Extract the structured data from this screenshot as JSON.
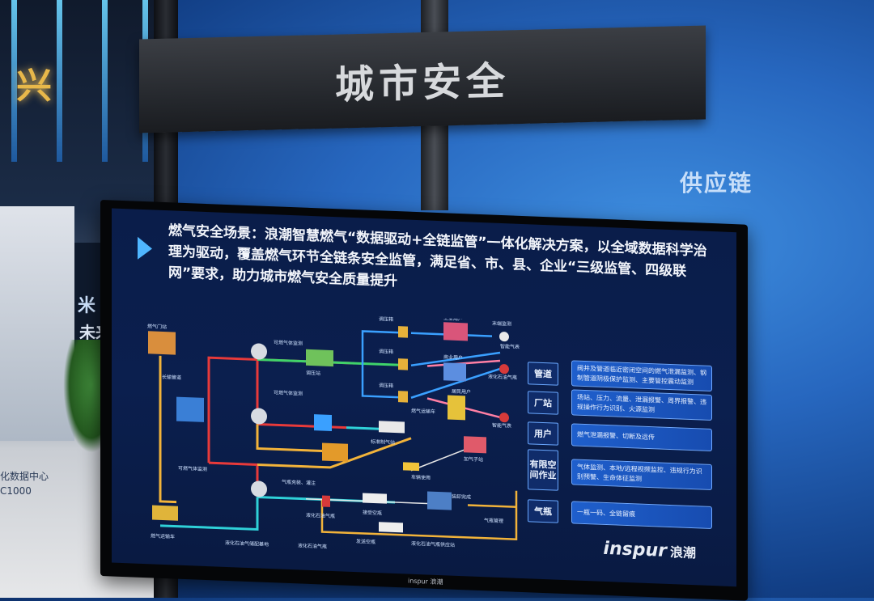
{
  "sign_title": "城市安全",
  "right_wall_text": "供应链",
  "left_neon": "兴",
  "left_booth_text": "米",
  "left_booth_text2": "未来",
  "left_caption": [
    "化数据中心",
    "C1000"
  ],
  "screen": {
    "headline": "燃气安全场景：浪潮智慧燃气“数据驱动+全链监管”一体化解决方案，以全域数据科学治理为驱动，覆盖燃气环节全链条安全监管，满足省、市、县、企业“三级监管、四级联网”要求，助力城市燃气安全质量提升",
    "brand": "inspur",
    "brand_cn": "浪潮",
    "bezel_brand": "inspur 浪潮",
    "categories": [
      {
        "label": "管道",
        "desc": "阀井及管道临近密闭空间的燃气泄漏监测、钢制管道阴极保护监测、主要管控震动监测"
      },
      {
        "label": "厂站",
        "desc": "场站、压力、流量、泄漏报警、周界报警、违规操作行为识别、火源监测"
      },
      {
        "label": "用户",
        "desc": "燃气泄漏报警、切断及远传"
      },
      {
        "label": "有限空间作业",
        "desc": "气体监测、本地/远程视频监控、违规行为识别预警、生命体征监测"
      },
      {
        "label": "气瓶",
        "desc": "一瓶一码、全链留痕"
      }
    ],
    "diagram_labels": [
      "调压箱",
      "工业用户",
      "末端监测",
      "调压箱",
      "商业用户",
      "智能气表",
      "调压箱",
      "调压站",
      "居民用户",
      "液化石油气瓶",
      "可燃气体监测",
      "燃气运输车",
      "智能气表",
      "可燃气体监测",
      "加气子站",
      "标准制气站",
      "车辆使用",
      "可燃气体监测",
      "气瓶充装、灌注",
      "接受空瓶",
      "装卸完成",
      "液化石油气瓶",
      "发送空瓶",
      "液化石油气瓶供应站",
      "气瓶管理",
      "燃气运输车",
      "液化石油气储配基地",
      "液化石油气瓶",
      "长输管道",
      "燃气门站"
    ]
  }
}
